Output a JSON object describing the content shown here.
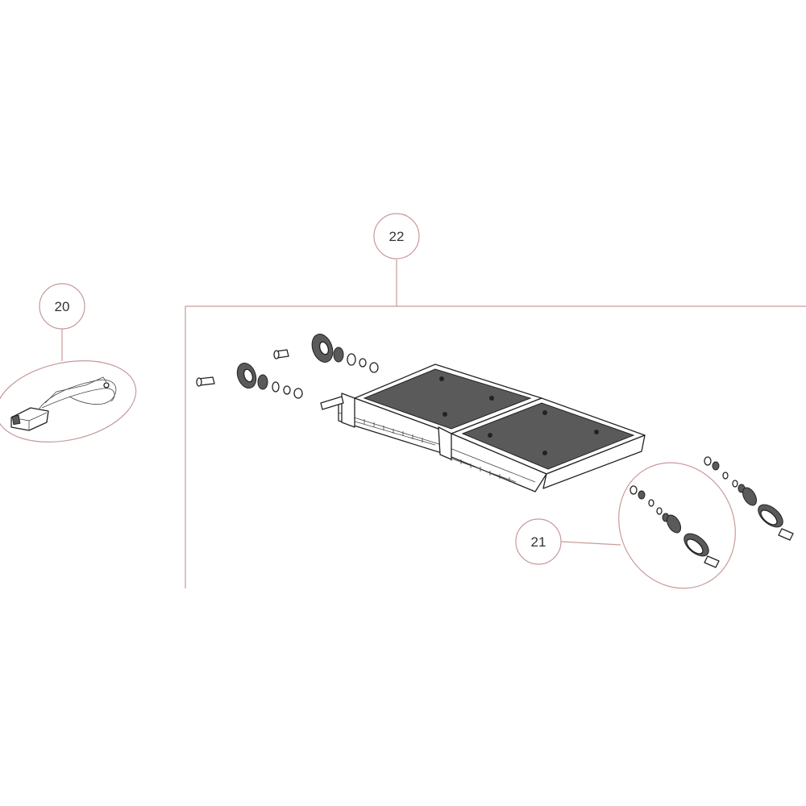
{
  "callouts": {
    "c20": {
      "label": "20",
      "part": "switch-harness-assembly"
    },
    "c21": {
      "label": "21",
      "part": "wheel-hardware-kit"
    },
    "c22": {
      "label": "22",
      "part": "sliding-table-assembly"
    }
  },
  "colors": {
    "leader": "#c89a9a",
    "ink": "#222222",
    "mesh": "#5a5a5a",
    "background": "#ffffff"
  }
}
